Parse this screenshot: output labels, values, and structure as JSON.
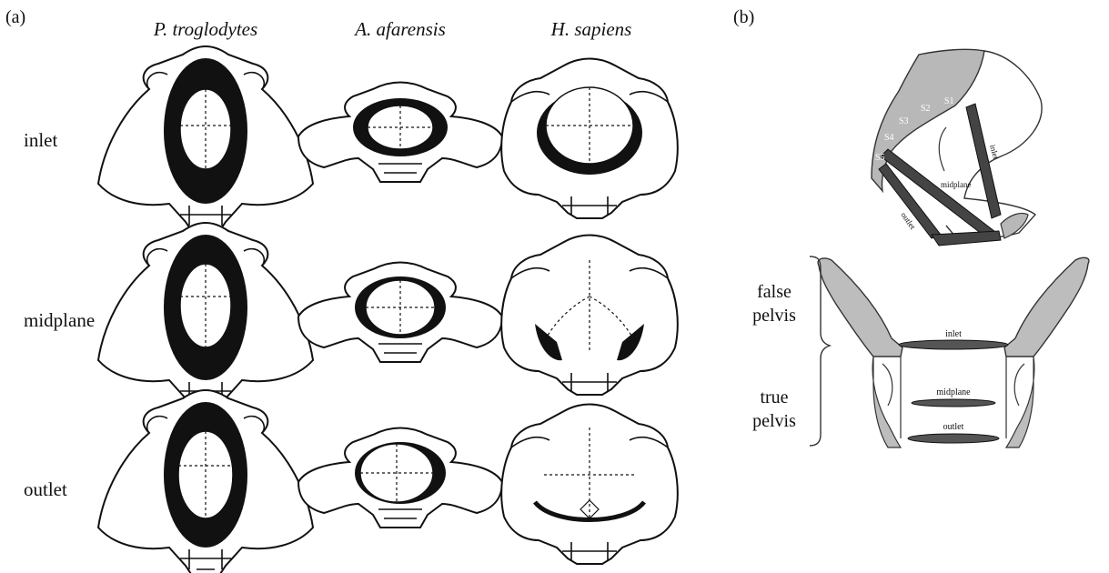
{
  "panel_a": {
    "label": "(a)",
    "species": [
      "P. troglodytes",
      "A. afarensis",
      "H. sapiens"
    ],
    "rows": [
      "inlet",
      "midplane",
      "outlet"
    ]
  },
  "panel_b": {
    "label": "(b)",
    "lateral": {
      "vertebrae": [
        "S1",
        "S2",
        "S3",
        "S4",
        "S5"
      ],
      "planes": [
        "inlet",
        "midplane",
        "outlet"
      ]
    },
    "frontal": {
      "false_pelvis": [
        "false",
        "pelvis"
      ],
      "true_pelvis": [
        "true",
        "pelvis"
      ],
      "planes": [
        "inlet",
        "midplane",
        "outlet"
      ]
    }
  }
}
